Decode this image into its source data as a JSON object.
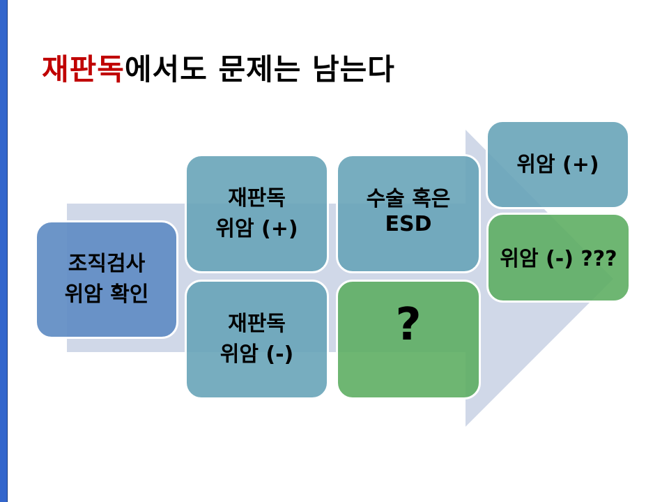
{
  "title": {
    "highlight": "재판독",
    "rest": "에서도 문제는 남는다"
  },
  "colors": {
    "highlight": "#c00000",
    "sidebar": "#3366cc",
    "arrow": "#d0d8e8",
    "blue": "#6a93c3",
    "teal": "#6aa3b5",
    "green": "#62ad65"
  },
  "diagram": {
    "start": {
      "line1": "조직검사",
      "line2": "위암 확인"
    },
    "reread_pos": {
      "line1": "재판독",
      "line2": "위암 (+)"
    },
    "reread_neg": {
      "line1": "재판독",
      "line2": "위암 (-)"
    },
    "treatment": {
      "line1": "수술 혹은",
      "line2": "ESD"
    },
    "unknown": {
      "text": "?"
    },
    "outcome_pos": {
      "text": "위암 (+)"
    },
    "outcome_neg": {
      "text": "위암 (-) ???"
    }
  }
}
